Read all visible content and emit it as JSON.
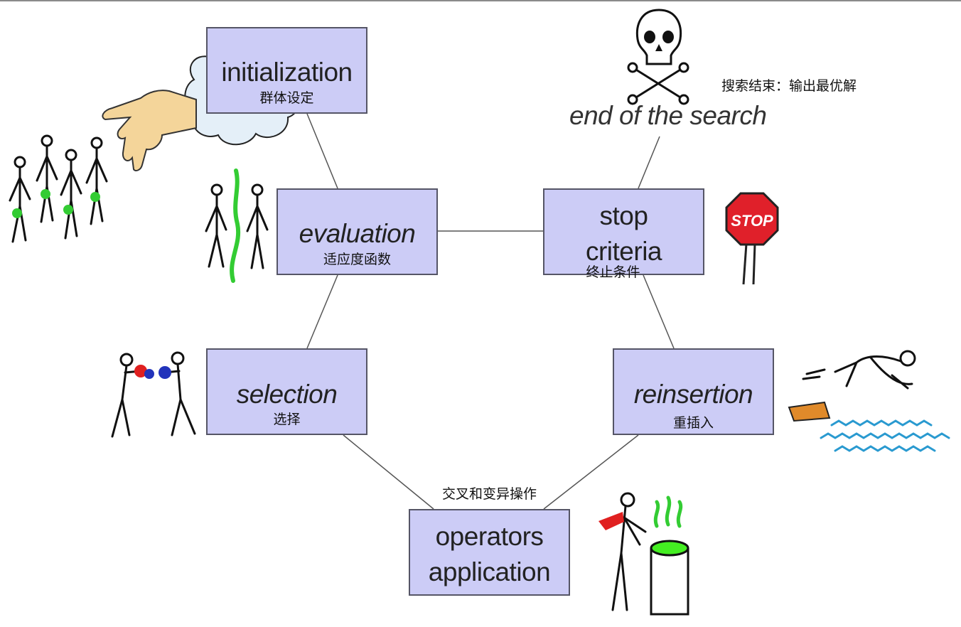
{
  "nodes": {
    "initialization": {
      "label": "initialization",
      "sublabel": "群体设定"
    },
    "evaluation": {
      "label": "evaluation",
      "sublabel": "适应度函数"
    },
    "stop_criteria": {
      "label_line1": "stop",
      "label_line2": "criteria",
      "sublabel": "终止条件"
    },
    "selection": {
      "label": "selection",
      "sublabel": "选择"
    },
    "reinsertion": {
      "label": "reinsertion",
      "sublabel": "重插入"
    },
    "operators_application": {
      "label_line1": "operators",
      "label_line2": "application",
      "sublabel": "交叉和变异操作"
    }
  },
  "end_of_search": {
    "label": "end of the search",
    "sublabel": "搜索结束：输出最优解"
  },
  "stop_sign": {
    "text": "STOP"
  },
  "icons": [
    "crowd-icon",
    "pointing-hand-icon",
    "cloud-icon",
    "skull-crossbones-icon",
    "stop-sign-icon",
    "standing-figures-icon",
    "boxing-figures-icon",
    "diving-figure-icon",
    "water-waves-icon",
    "figure-with-pot-icon",
    "boiling-pot-icon"
  ],
  "colors": {
    "box_fill": "#ccccf6",
    "box_border": "#555566",
    "connector": "#555555",
    "accent_green": "#33cc33",
    "stop_red": "#e0202a"
  }
}
